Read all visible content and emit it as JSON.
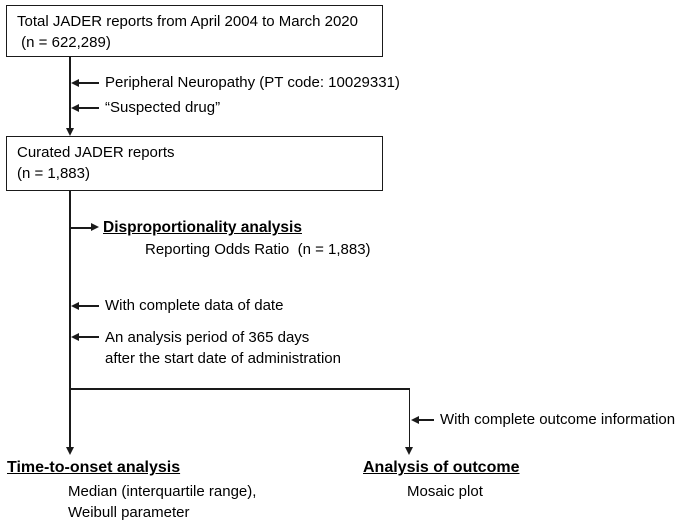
{
  "diagram": {
    "colors": {
      "line": "#1a1a1a",
      "text": "#000000",
      "background": "#ffffff"
    },
    "box_total": {
      "text": "Total JADER reports from April 2004 to March 2020\n (n = 622,289)"
    },
    "top_filters": [
      {
        "label": "Peripheral Neuropathy (PT code: 10029331)"
      },
      {
        "label": "“Suspected drug”"
      }
    ],
    "box_curated": {
      "text": "Curated JADER reports\n(n = 1,883)"
    },
    "disproportionality": {
      "title": "Disproportionality analysis",
      "detail": "Reporting Odds Ratio  (n = 1,883)"
    },
    "mid_filters": [
      {
        "label": "With complete data of date"
      },
      {
        "label": "An analysis period of 365 days\nafter the start date of administration"
      }
    ],
    "outcome_filter": {
      "label": "With complete outcome information"
    },
    "time_to_onset": {
      "title": "Time-to-onset analysis",
      "detail": "Median (interquartile range),\nWeibull parameter"
    },
    "analysis_of_outcome": {
      "title": "Analysis of outcome",
      "detail": "Mosaic plot"
    }
  }
}
